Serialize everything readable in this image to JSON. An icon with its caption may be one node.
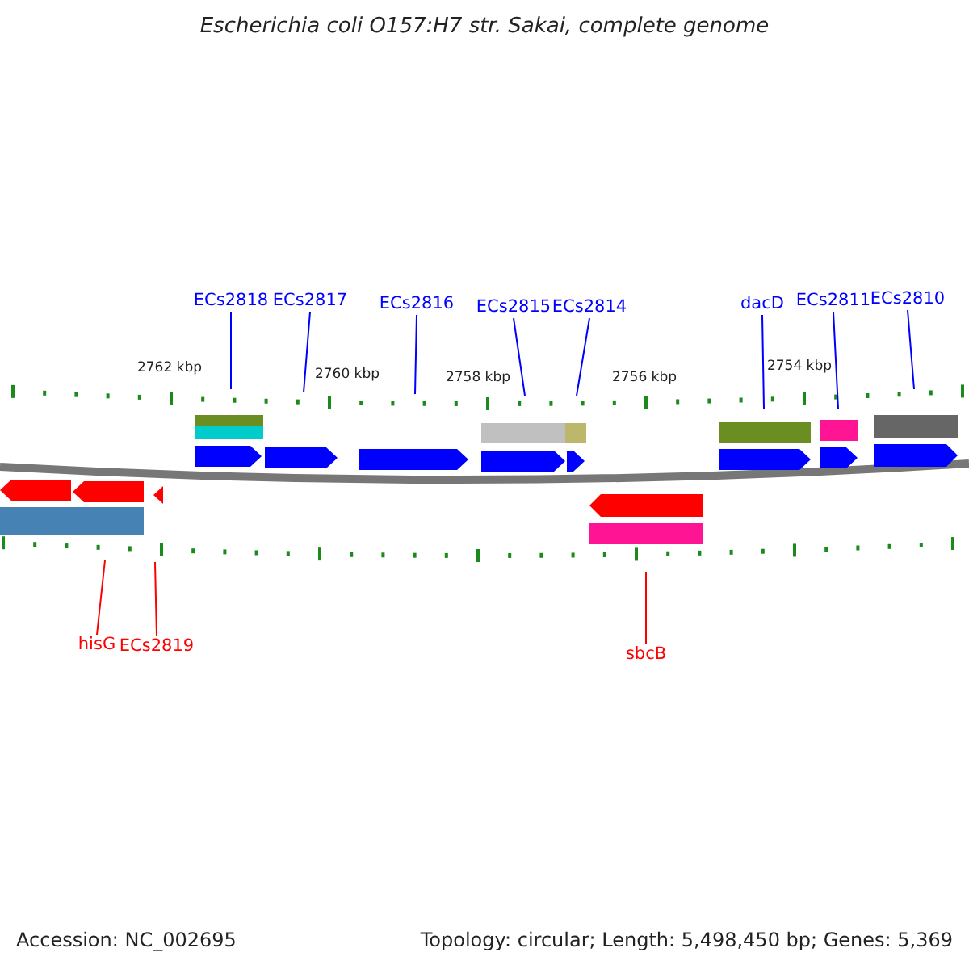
{
  "diagram": {
    "title": "Escherichia coli O157:H7 str. Sakai, complete genome",
    "nodes": [
      {
        "text": [
          "ECs2818"
        ]
      },
      {
        "text": [
          "ECs2817"
        ]
      },
      {
        "text": [
          "ECs2816"
        ]
      },
      {
        "text": [
          "ECs2815"
        ]
      },
      {
        "text": [
          "ECs2814"
        ]
      },
      {
        "text": [
          "dacD"
        ]
      },
      {
        "text": [
          "ECs2811"
        ]
      },
      {
        "text": [
          "ECs2810"
        ]
      },
      {
        "text": [
          "hisG"
        ]
      },
      {
        "text": [
          "ECs2819"
        ]
      },
      {
        "text": [
          "sbcB"
        ]
      }
    ],
    "edges": [
      {
        "from": 0,
        "to": null,
        "arrow": "none"
      },
      {
        "from": 1,
        "to": null,
        "arrow": "none"
      },
      {
        "from": 2,
        "to": null,
        "arrow": "none"
      },
      {
        "from": 3,
        "to": null,
        "arrow": "none"
      },
      {
        "from": 4,
        "to": null,
        "arrow": "none"
      },
      {
        "from": 5,
        "to": null,
        "arrow": "none"
      },
      {
        "from": 6,
        "to": null,
        "arrow": "none"
      },
      {
        "from": 7,
        "to": null,
        "arrow": "none"
      },
      {
        "from": 8,
        "to": null,
        "arrow": "none",
        "color": "#ff0000"
      },
      {
        "from": 9,
        "to": null,
        "arrow": "none",
        "color": "#ff0000"
      },
      {
        "from": 10,
        "to": null,
        "arrow": "none",
        "color": "#ff0000"
      }
    ],
    "labels": [
      "2762 kbp",
      "2760 kbp",
      "2758 kbp",
      "2756 kbp",
      "2754 kbp",
      "Accession: NC_002695",
      "Topology: circular; Length: 5,498,450 bp; Genes: 5,369"
    ]
  }
}
